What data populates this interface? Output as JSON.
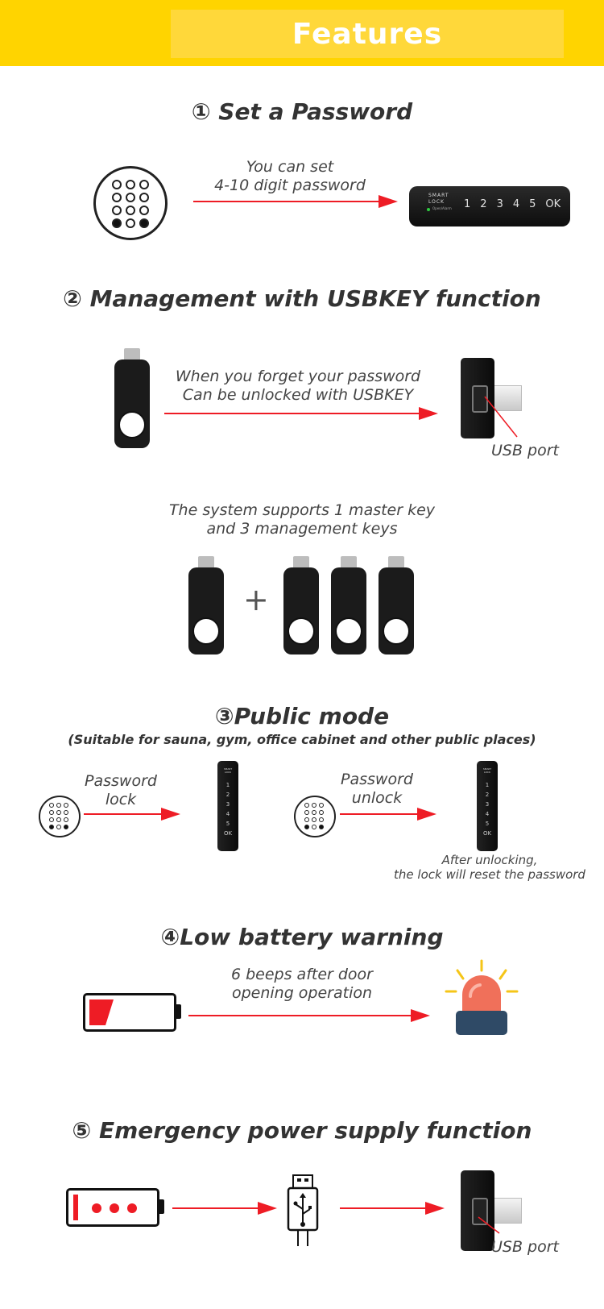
{
  "header": {
    "title": "Features"
  },
  "section1": {
    "title": "① Set a Password",
    "caption_line1": "You can set",
    "caption_line2": "4-10 digit password"
  },
  "keypad_lock": {
    "brand_line1": "SMART",
    "brand_line2": "LOCK",
    "status_text": "Open/Alarm",
    "keys": [
      "1",
      "2",
      "3",
      "4",
      "5",
      "OK"
    ]
  },
  "section2": {
    "title": "② Management with USBKEY function",
    "caption_line1": "When you forget your password",
    "caption_line2": "Can be unlocked with USBKEY",
    "port_label": "USB port",
    "keys_caption_line1": "The system supports 1 master key",
    "keys_caption_line2": "and 3 management keys",
    "plus": "+"
  },
  "section3": {
    "title": "③Public mode",
    "subtitle": "(Suitable for sauna, gym, office cabinet and other public places)",
    "lock_caption_line1": "Password",
    "lock_caption_line2": "lock",
    "unlock_caption_line1": "Password",
    "unlock_caption_line2": "unlock",
    "note_line1": "After unlocking,",
    "note_line2": "the lock will reset the password"
  },
  "section4": {
    "title": "④Low battery warning",
    "caption_line1": "6 beeps after door",
    "caption_line2": "opening operation"
  },
  "section5": {
    "title": "⑤ Emergency power supply function",
    "port_label": "USB port"
  },
  "colors": {
    "banner": "#ffd400",
    "arrow": "#ee1c25",
    "text": "#333333",
    "alarm_red": "#f0705a",
    "alarm_base": "#2f4a66"
  }
}
